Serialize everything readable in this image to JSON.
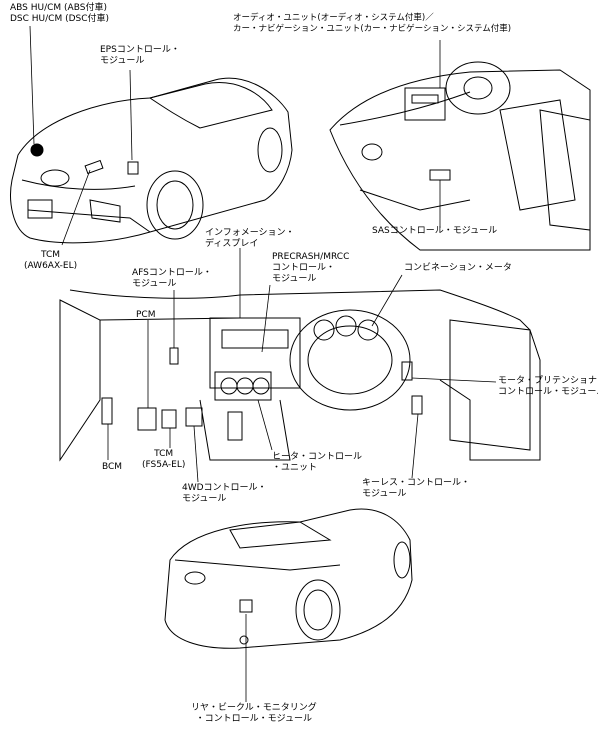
{
  "labels": {
    "abs_dsc": [
      "ABS HU/CM (ABS付車)",
      "DSC HU/CM (DSC付車)"
    ],
    "eps": [
      "EPSコントロール・",
      "モジュール"
    ],
    "tcm_aw6ax": [
      "TCM",
      "(AW6AX-EL)"
    ],
    "audio": [
      "オーディオ・ユニット(オーディオ・システム付車)／",
      "カー・ナビゲーション・ユニット(カー・ナビゲーション・システム付車)"
    ],
    "sas": [
      "SASコントロール・モジュール"
    ],
    "info_display": [
      "インフォメーション・",
      "ディスプレイ"
    ],
    "afs": [
      "AFSコントロール・",
      "モジュール"
    ],
    "precrash": [
      "PRECRASH/MRCC",
      "コントロール・",
      "モジュール"
    ],
    "combination_meter": [
      "コンビネーション・メータ"
    ],
    "pcm": [
      "PCM"
    ],
    "motor_pretensioner": [
      "モータ・プリテンショナ・",
      "コントロール・モジュール"
    ],
    "bcm": [
      "BCM"
    ],
    "tcm_fs5a": [
      "TCM",
      "(FS5A-EL)"
    ],
    "heater": [
      "ヒータ・コントロール",
      "・ユニット"
    ],
    "keyless": [
      "キーレス・コントロール・",
      "モジュール"
    ],
    "awd": [
      "4WDコントロール・",
      "モジュール"
    ],
    "rear_vehicle": [
      "リヤ・ビークル・モニタリング",
      "・コントロール・モジュール"
    ]
  }
}
